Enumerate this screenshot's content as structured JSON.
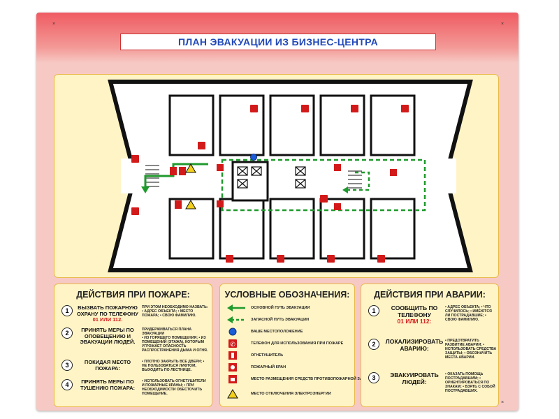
{
  "title": "ПЛАН ЭВАКУАЦИИ ИЗ БИЗНЕС-ЦЕНТРА",
  "colors": {
    "board": "#f7c9c4",
    "header": "#ef5b62",
    "panel": "#fff4c6",
    "accent_red": "#d31a1a",
    "route_green": "#1f9a2c",
    "title_blue": "#2048b8"
  },
  "fire_actions": {
    "title": "ДЕЙСТВИЯ ПРИ ПОЖАРЕ:",
    "steps": [
      {
        "num": "1",
        "text": "ВЫЗВАТЬ ПОЖАРНУЮ ОХРАНУ ПО ТЕЛЕФОНУ",
        "phones": "01 ИЛИ 112.",
        "note_title": "ПРИ ЭТОМ НЕОБХОДИМО НАЗВАТЬ:",
        "note": "• АДРЕС ОБЪЕКТА; • МЕСТО ПОЖАРА; • СВОЮ ФАМИЛИЮ."
      },
      {
        "num": "2",
        "text": "ПРИНЯТЬ МЕРЫ ПО ОПОВЕЩЕНИЮ И ЭВАКУАЦИИ ЛЮДЕЙ.",
        "note_title": "ПРИДЕРЖИВАТЬСЯ ПЛАНА ЭВАКУАЦИИ",
        "note": "• ИЗ ГОРЯЩЕГО ПОМЕЩЕНИЯ; • ИЗ ПОМЕЩЕНИЙ (ЭТАЖА), КОТОРЫМ УГРОЖАЕТ ОПАСНОСТЬ РАСПРОСТРАНЕНИЯ ДЫМА И ОГНЯ."
      },
      {
        "num": "3",
        "text": "ПОКИДАЯ МЕСТО ПОЖАРА:",
        "note": "• ПЛОТНО ЗАКРЫТЬ ВСЕ ДВЕРИ; • НЕ ПОЛЬЗОВАТЬСЯ ЛИФТОМ, ВЫХОДИТЬ ПО ЛЕСТНИЦЕ."
      },
      {
        "num": "4",
        "text": "ПРИНЯТЬ МЕРЫ ПО ТУШЕНИЮ ПОЖАРА:",
        "note": "• ИСПОЛЬЗОВАТЬ ОГНЕТУШИТЕЛИ И ПОЖАРНЫЕ КРАНЫ; • ПРИ НЕОБХОДИМОСТИ ОБЕСТОЧИТЬ ПОМЕЩЕНИЕ."
      }
    ]
  },
  "legend": {
    "title": "УСЛОВНЫЕ ОБОЗНАЧЕНИЯ:",
    "items": [
      {
        "icon": "main-route-arrow-icon",
        "label": "ОСНОВНОЙ ПУТЬ ЭВАКУАЦИИ"
      },
      {
        "icon": "backup-route-arrow-icon",
        "label": "ЗАПАСНОЙ ПУТЬ ЭВАКУАЦИИ"
      },
      {
        "icon": "you-are-here-icon",
        "label": "ВАШЕ МЕСТОПОЛОЖЕНИЕ"
      },
      {
        "icon": "phone-icon",
        "label": "ТЕЛЕФОН ДЛЯ ИСПОЛЬЗОВАНИЯ ПРИ ПОЖАРЕ"
      },
      {
        "icon": "extinguisher-icon",
        "label": "ОГНЕТУШИТЕЛЬ"
      },
      {
        "icon": "fire-hydrant-icon",
        "label": "ПОЖАРНЫЙ КРАН"
      },
      {
        "icon": "protective-gear-icon",
        "label": "МЕСТО РАЗМЕЩЕНИЯ СРЕДСТВ ПРОТИВОПОЖАРНОЙ ЗАЩИТЫ"
      },
      {
        "icon": "power-cutoff-icon",
        "label": "МЕСТО ОТКЛЮЧЕНИЯ ЭЛЕКТРОЭНЕРГИИ"
      }
    ]
  },
  "emergency_actions": {
    "title": "ДЕЙСТВИЯ ПРИ АВАРИИ:",
    "steps": [
      {
        "num": "1",
        "text": "СООБЩИТЬ ПО ТЕЛЕФОНУ",
        "phones": "01 ИЛИ 112:",
        "note": "• АДРЕС ОБЪЕКТА; • ЧТО СЛУЧИЛОСЬ; • ИМЕЮТСЯ ЛИ ПОСТРАДАВШИЕ; • СВОЮ ФАМИЛИЮ."
      },
      {
        "num": "2",
        "text": "ЛОКАЛИЗИРОВАТЬ АВАРИЮ:",
        "note": "• ПРЕДОТВРАТИТЬ РАЗВИТИЕ АВАРИИ; • ИСПОЛЬЗОВАТЬ СРЕДСТВА ЗАЩИТЫ; • ОБОЗНАЧИТЬ МЕСТА АВАРИИ."
      },
      {
        "num": "3",
        "text": "ЭВАКУИРОВАТЬ ЛЮДЕЙ:",
        "note": "• ОКАЗАТЬ ПОМОЩЬ ПОСТРАДАВШИМ; • ОРИЕНТИРОВАТЬСЯ ПО ЗНАКАМ; • ВЗЯТЬ С СОБОЙ ПОСТРАДАВШИХ."
      }
    ]
  }
}
